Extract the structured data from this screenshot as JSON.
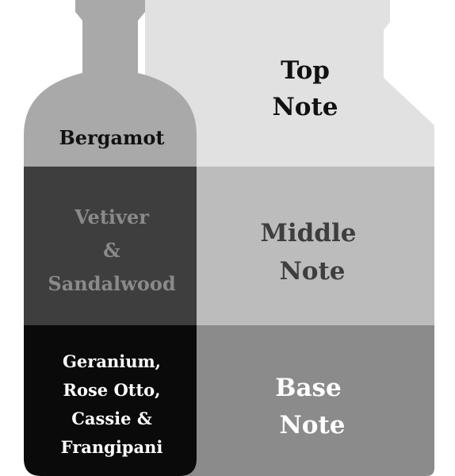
{
  "diagram": {
    "left_bottle": {
      "top_label": "Bergamot",
      "middle_label": [
        "Vetiver",
        "&",
        "Sandalwood"
      ],
      "base_label": [
        "Geranium,",
        "Rose Otto,",
        "Cassie &",
        "Frangipani"
      ]
    },
    "right_bottle": {
      "top_label": [
        "Top",
        "Note"
      ],
      "middle_label": [
        "Middle",
        "Note"
      ],
      "base_label": [
        "Base",
        "Note"
      ]
    }
  },
  "colors": {
    "background": "#ffffff",
    "right_top": "#e1e1e1",
    "right_middle": "#bcbcbc",
    "right_base": "#8b8b8b",
    "left_top": "#a9a9a9",
    "left_middle": "#3e3e3e",
    "left_base": "#0a0a0a",
    "text_dark": "#111111",
    "text_gray": "#8a8a8a",
    "text_light": "#ffffff"
  }
}
